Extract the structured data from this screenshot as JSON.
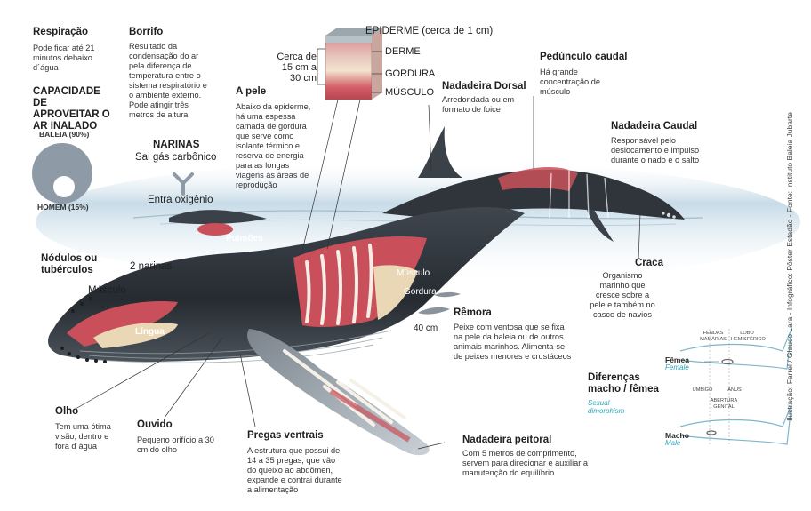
{
  "labels": {
    "respiracao_title": "Respiração",
    "respiracao_text": "Pode ficar até 21 minutos debaixo d´água",
    "borrifo_title": "Borrifo",
    "borrifo_text": "Resultado da condensação do ar pela diferença de temperatura entre o sistema respiratório e o ambiente externo. Pode atingir três metros de altura",
    "capacidade_title": "CAPACIDADE DE APROVEITAR O AR INALADO",
    "baleia_pct": "BALEIA (90%)",
    "homem_pct": "HOMEM (15%)",
    "narinas_title": "NARINAS",
    "narinas_text": "Sai gás carbônico",
    "entra_oxigenio": "Entra oxigênio",
    "pulmoes": "Pulmões",
    "pele_title": "A pele",
    "pele_text": "Abaixo da epiderme, há uma espessa camada de gordura que serve como isolante térmico e reserva de energia para as longas viagens às áreas de reprodução",
    "epiderme": "EPIDERME (cerca de 1 cm)",
    "cerca": "Cerca de 15 cm a 30 cm",
    "derme": "DERME",
    "gordura_layer": "GORDURA",
    "musculo_layer": "MÚSCULO",
    "dorsal_title": "Nadadeira Dorsal",
    "dorsal_text": "Arredondada ou em formato de foice",
    "pedunculo_title": "Pedúnculo caudal",
    "pedunculo_text": "Há grande concentração de músculo",
    "caudal_title": "Nadadeira Caudal",
    "caudal_text": "Responsável pelo deslocamento e impulso durante o nado e o salto",
    "nodulos_title": "Nódulos ou tubérculos",
    "duas_narinas": "2 narinas",
    "musculo_head": "Músculo",
    "lingua": "Língua",
    "musculo_body": "Músculo",
    "gordura_body": "Gordura",
    "craca_title": "Craca",
    "craca_text": "Organismo marinho que cresce sobre a pele e também no casco de navios",
    "remora_title": "Rêmora",
    "remora_text": "Peixe com ventosa que se fixa na pele da baleia ou de outros animais marinhos. Alimenta-se de peixes menores e crustáceos",
    "remora_size": "40 cm",
    "olho_title": "Olho",
    "olho_text": "Tem uma ótima visão, dentro e fora d´água",
    "ouvido_title": "Ouvido",
    "ouvido_text": "Pequeno orifício a 30 cm do olho",
    "pregas_title": "Pregas ventrais",
    "pregas_text": "A estrutura que possui de 14 a 35 pregas, que vão do queixo ao abdômen, expande e contrai durante a alimentação",
    "peitoral_title": "Nadadeira peitoral",
    "peitoral_text": "Com 5 metros de comprimento, servem para direcionar e auxiliar a manutenção do equilíbrio",
    "diferencas_title": "Diferenças macho / fêmea",
    "sexual": "Sexual dimorphism",
    "femea": "Fêmea",
    "female": "Female",
    "macho": "Macho",
    "male": "Male",
    "fendas": "FENDAS MAMÁRIAS",
    "lobo": "LOBO HEMISFÉRICO",
    "umbigo": "UMBIGO",
    "anus": "ÂNUS",
    "abertura": "ABERTURA GENITAL",
    "credit": "Ilustração: Farrel / Glauco Lara - Infográfico: Pôster Estadão - Fonte: Instituto Baleia Jubarte"
  },
  "chart_data": {
    "type": "pie",
    "categories": [
      "BALEIA (90%)",
      "HOMEM (15%)"
    ],
    "values": [
      90,
      15
    ]
  },
  "colors": {
    "whale_dark": "#2f353b",
    "whale_mid": "#4a525a",
    "muscle": "#c9505a",
    "fat": "#ead7b5",
    "sea": "#a9c6d8",
    "teal": "#2aa6b8",
    "circle": "#8e9aa6"
  }
}
